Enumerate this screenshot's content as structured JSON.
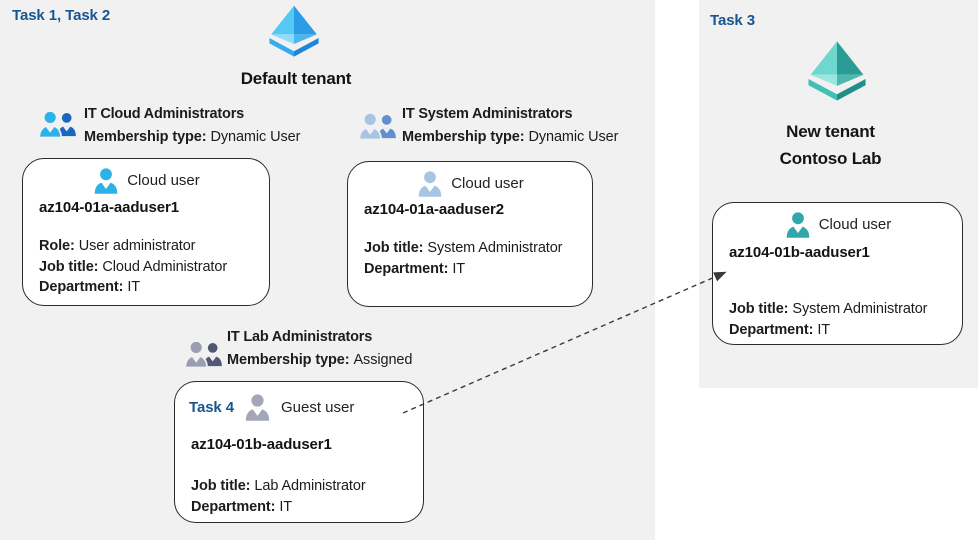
{
  "colors": {
    "panel_bg": "#f1f1f1",
    "card_bg": "#ffffff",
    "card_border": "#2b2b2b",
    "task_label_blue": "#17568f",
    "text": "#1c1c1c",
    "arrow": "#3a3a3a",
    "azure_ad_blue": "#2b9ce6",
    "azure_ad_teal": "#2a9c95",
    "cloud_user_blue": "#2eb1e7",
    "cloud_user_light_blue": "#a7c5e2",
    "guest_user_gray": "#a3a6b8",
    "cloud_user_teal": "#32a7a9"
  },
  "icons": {
    "default_tenant": "azure-ad-diamond-icon-blue",
    "new_tenant": "azure-ad-diamond-icon-teal",
    "groups": "user-group-icon",
    "users": "person-icon"
  },
  "left_panel": {
    "task_label": "Task 1, Task 2",
    "tenant_title": "Default tenant",
    "groups": [
      {
        "name": "IT Cloud Administrators",
        "membership_label": "Membership type:",
        "membership_value": "Dynamic User"
      },
      {
        "name": "IT System Administrators",
        "membership_label": "Membership type:",
        "membership_value": "Dynamic User"
      },
      {
        "name": "IT Lab Administrators",
        "membership_label": "Membership type:",
        "membership_value": "Assigned"
      }
    ],
    "cards": [
      {
        "header": "Cloud user",
        "name": "az104-01a-aaduser1",
        "fields": [
          {
            "label": "Role:",
            "value": "User administrator"
          },
          {
            "label": "Job title:",
            "value": "Cloud Administrator"
          },
          {
            "label": "Department:",
            "value": "IT"
          }
        ]
      },
      {
        "header": "Cloud user",
        "name": "az104-01a-aaduser2",
        "fields": [
          {
            "label": "Job title:",
            "value": "System Administrator"
          },
          {
            "label": "Department:",
            "value": "IT"
          }
        ]
      },
      {
        "task_label": "Task 4",
        "header": "Guest user",
        "name": "az104-01b-aaduser1",
        "fields": [
          {
            "label": "Job title:",
            "value": "Lab Administrator"
          },
          {
            "label": "Department:",
            "value": "IT"
          }
        ]
      }
    ]
  },
  "right_panel": {
    "task_label": "Task 3",
    "tenant_title_line1": "New tenant",
    "tenant_title_line2": "Contoso Lab",
    "card": {
      "header": "Cloud user",
      "name": "az104-01b-aaduser1",
      "fields": [
        {
          "label": "Job title:",
          "value": "System Administrator"
        },
        {
          "label": "Department:",
          "value": "IT"
        }
      ]
    }
  }
}
